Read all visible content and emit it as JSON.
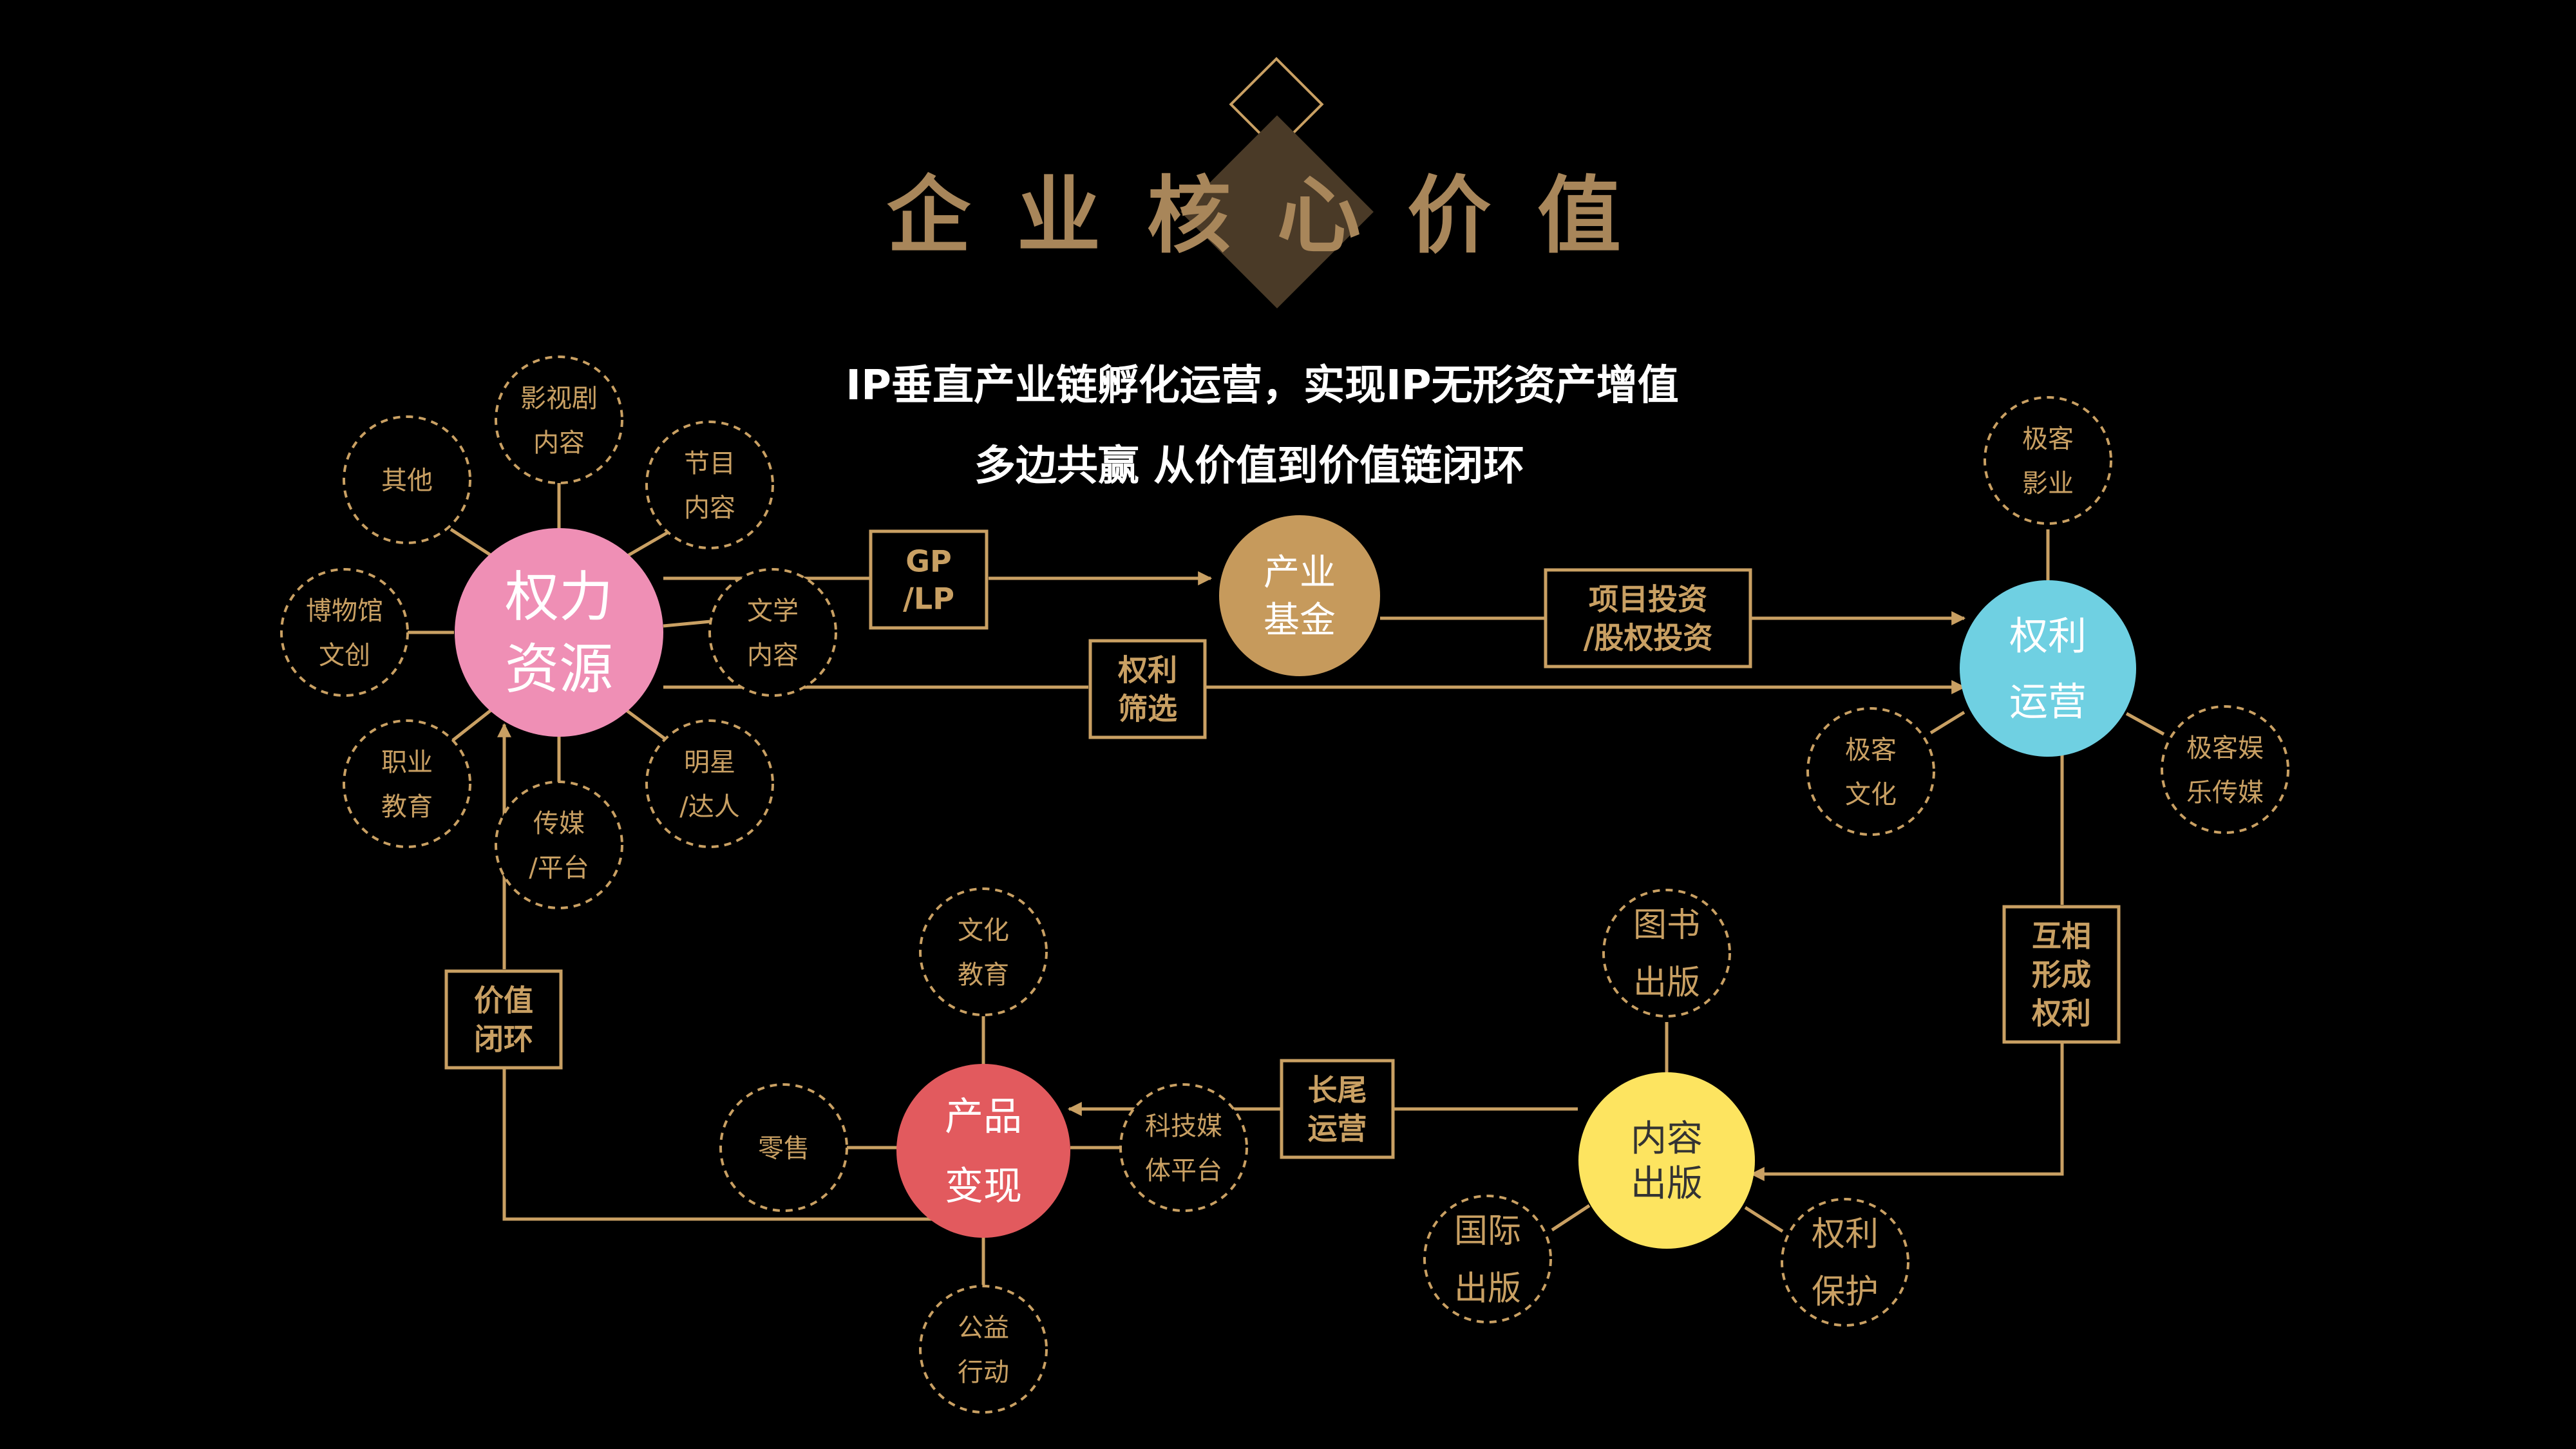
{
  "title": "企业核心价值",
  "subtitle_line1": "IP垂直产业链孵化运营，实现IP无形资产增值",
  "subtitle_line2": "多边共赢 从价值到价值链闭环",
  "colors": {
    "gold": "#c9a063",
    "pink": "#ef8fb5",
    "tan": "#c69a5c",
    "cyan": "#6fd0e2",
    "yellow": "#fde460",
    "red": "#e25a5e",
    "title": "#a8865a",
    "diamond": "#4a3a27"
  },
  "hubs": {
    "power": {
      "lines": [
        "权力",
        "资源"
      ]
    },
    "fund": {
      "lines": [
        "产业",
        "基金"
      ]
    },
    "rights": {
      "lines": [
        "权利",
        "运营"
      ]
    },
    "publish": {
      "lines": [
        "内容",
        "出版"
      ]
    },
    "product": {
      "lines": [
        "产品",
        "变现"
      ]
    }
  },
  "satellites": {
    "film": {
      "lines": [
        "影视剧",
        "内容"
      ]
    },
    "program": {
      "lines": [
        "节目",
        "内容"
      ]
    },
    "other": {
      "lines": [
        "其他"
      ]
    },
    "museum": {
      "lines": [
        "博物馆",
        "文创"
      ]
    },
    "literature": {
      "lines": [
        "文学",
        "内容"
      ]
    },
    "vocational": {
      "lines": [
        "职业",
        "教育"
      ]
    },
    "media": {
      "lines": [
        "传媒",
        "/平台"
      ]
    },
    "star": {
      "lines": [
        "明星",
        "/达人"
      ]
    },
    "geek_film": {
      "lines": [
        "极客",
        "影业"
      ]
    },
    "geek_culture": {
      "lines": [
        "极客",
        "文化"
      ]
    },
    "geek_ent": {
      "lines": [
        "极客娱",
        "乐传媒"
      ]
    },
    "books": {
      "lines": [
        "图书",
        "出版"
      ]
    },
    "intl": {
      "lines": [
        "国际",
        "出版"
      ]
    },
    "protect": {
      "lines": [
        "权利",
        "保护"
      ]
    },
    "culture_edu": {
      "lines": [
        "文化",
        "教育"
      ]
    },
    "retail": {
      "lines": [
        "零售"
      ]
    },
    "tech_media": {
      "lines": [
        "科技媒",
        "体平台"
      ]
    },
    "charity": {
      "lines": [
        "公益",
        "行动"
      ]
    }
  },
  "boxes": {
    "gp_lp": {
      "lines": [
        "GP",
        "/LP"
      ]
    },
    "invest": {
      "lines": [
        "项目投资",
        "/股权投资"
      ]
    },
    "screening": {
      "lines": [
        "权利",
        "筛选"
      ]
    },
    "mutual": {
      "lines": [
        "互相",
        "形成",
        "权利"
      ]
    },
    "long_tail": {
      "lines": [
        "长尾",
        "运营"
      ]
    },
    "value_loop": {
      "lines": [
        "价值",
        "闭环"
      ]
    }
  }
}
